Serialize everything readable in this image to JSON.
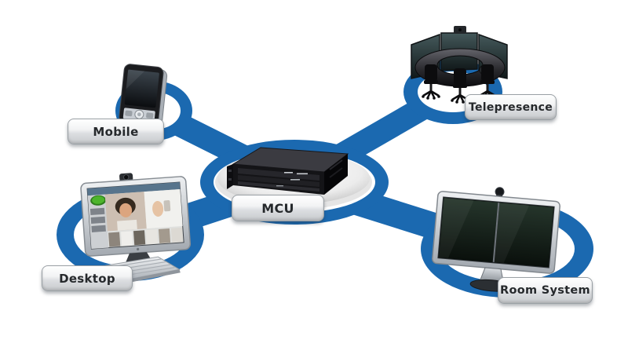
{
  "diagram": {
    "description": "Video conferencing network topology with a central MCU bridging four endpoint types",
    "colors": {
      "background": "#ffffff",
      "connector_blue": "#1b69b0",
      "platform_gray": "#d9d9d9",
      "button_text": "#26292c"
    },
    "center": {
      "label": "MCU",
      "icon": "rack-server-icon"
    },
    "endpoints": {
      "mobile": {
        "label": "Mobile",
        "icon": "smartphone-icon",
        "position": "top-left"
      },
      "telepresence": {
        "label": "Telepresence",
        "icon": "telepresence-room-icon",
        "position": "top-right"
      },
      "desktop": {
        "label": "Desktop",
        "icon": "desktop-computer-icon",
        "position": "bottom-left"
      },
      "room_system": {
        "label": "Room System",
        "icon": "dual-display-icon",
        "position": "bottom-right"
      }
    },
    "connections": [
      "mobile-mcu",
      "telepresence-mcu",
      "desktop-mcu",
      "room_system-mcu"
    ]
  }
}
